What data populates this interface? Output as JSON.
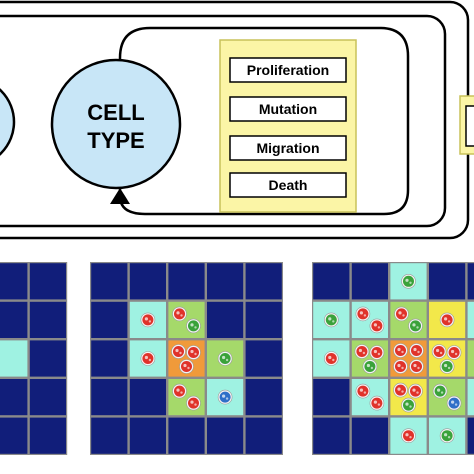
{
  "diagram": {
    "node": {
      "line1": "CELL",
      "line2": "TYPE"
    },
    "processes": [
      "Proliferation",
      "Mutation",
      "Migration",
      "Death"
    ]
  },
  "grids": [
    {
      "name": "grid-left",
      "rows": 5,
      "cols": 2,
      "cells": [
        [
          "n",
          "n"
        ],
        [
          "n",
          "n"
        ],
        [
          "c",
          "n"
        ],
        [
          "n",
          "n"
        ],
        [
          "n",
          "n"
        ]
      ],
      "cell_contents": []
    },
    {
      "name": "grid-middle",
      "rows": 5,
      "cols": 5,
      "cells": [
        [
          "n",
          "n",
          "n",
          "n",
          "n"
        ],
        [
          "n",
          "c",
          "g",
          "n",
          "n"
        ],
        [
          "n",
          "c",
          "o",
          "g",
          "n"
        ],
        [
          "n",
          "n",
          "g",
          "c",
          "n"
        ],
        [
          "n",
          "n",
          "n",
          "n",
          "n"
        ]
      ],
      "cell_contents": [
        {
          "row": 1,
          "col": 1,
          "colors": [
            "red"
          ]
        },
        {
          "row": 1,
          "col": 2,
          "colors": [
            "red",
            "green"
          ]
        },
        {
          "row": 2,
          "col": 1,
          "colors": [
            "red"
          ]
        },
        {
          "row": 2,
          "col": 2,
          "colors": [
            "red",
            "red",
            "red"
          ]
        },
        {
          "row": 2,
          "col": 3,
          "colors": [
            "green"
          ]
        },
        {
          "row": 3,
          "col": 2,
          "colors": [
            "red",
            "red"
          ]
        },
        {
          "row": 3,
          "col": 3,
          "colors": [
            "blue"
          ]
        }
      ]
    },
    {
      "name": "grid-right",
      "rows": 5,
      "cols": 5,
      "cells": [
        [
          "n",
          "n",
          "c",
          "n",
          "n"
        ],
        [
          "c",
          "c",
          "g",
          "y",
          "c"
        ],
        [
          "c",
          "g",
          "o",
          "y",
          "g"
        ],
        [
          "n",
          "c",
          "y",
          "g",
          "c"
        ],
        [
          "n",
          "n",
          "c",
          "c",
          "n"
        ]
      ],
      "cell_contents": [
        {
          "row": 0,
          "col": 2,
          "colors": [
            "green"
          ]
        },
        {
          "row": 1,
          "col": 0,
          "colors": [
            "green"
          ]
        },
        {
          "row": 1,
          "col": 1,
          "colors": [
            "red",
            "red"
          ]
        },
        {
          "row": 1,
          "col": 2,
          "colors": [
            "red",
            "green"
          ]
        },
        {
          "row": 1,
          "col": 3,
          "colors": [
            "red"
          ]
        },
        {
          "row": 1,
          "col": 4,
          "colors": [
            "green"
          ]
        },
        {
          "row": 2,
          "col": 0,
          "colors": [
            "red"
          ]
        },
        {
          "row": 2,
          "col": 1,
          "colors": [
            "red",
            "red",
            "green"
          ]
        },
        {
          "row": 2,
          "col": 2,
          "colors": [
            "red",
            "red",
            "red",
            "red"
          ]
        },
        {
          "row": 2,
          "col": 3,
          "colors": [
            "red",
            "red",
            "green"
          ]
        },
        {
          "row": 2,
          "col": 4,
          "colors": [
            "green"
          ]
        },
        {
          "row": 3,
          "col": 1,
          "colors": [
            "red",
            "red"
          ]
        },
        {
          "row": 3,
          "col": 2,
          "colors": [
            "red",
            "red",
            "green"
          ]
        },
        {
          "row": 3,
          "col": 3,
          "colors": [
            "green",
            "blue"
          ]
        },
        {
          "row": 3,
          "col": 4,
          "colors": [
            "red"
          ]
        },
        {
          "row": 4,
          "col": 2,
          "colors": [
            "red"
          ]
        },
        {
          "row": 4,
          "col": 3,
          "colors": [
            "green"
          ]
        }
      ]
    }
  ],
  "colors": {
    "n": "#111e7a",
    "c": "#9ff2e2",
    "g": "#a5d96a",
    "y": "#f2e84a",
    "o": "#f09a3a",
    "cell_border": "#8a8a8a",
    "node_fill": "#c8e6f7",
    "panel_fill": "#fbf5a6",
    "panel_stroke": "#c8c25a",
    "nucleus_red": "#e0322a",
    "nucleus_green": "#3aa23a",
    "nucleus_blue": "#2f6fc8"
  }
}
